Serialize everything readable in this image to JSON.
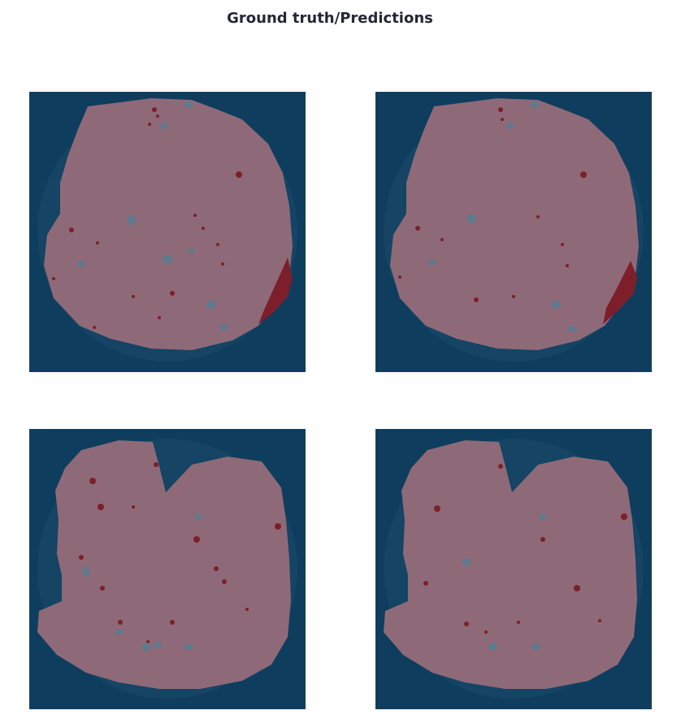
{
  "title": "Ground truth/Predictions",
  "colors": {
    "background": "#0f3d5e",
    "halo": "#1b4a6a",
    "tissue": "#8e6a78",
    "lesion": "#7d1f2a",
    "cyst": "#5e7a8e"
  },
  "panels": [
    {
      "role": "ground-truth",
      "sample": 1
    },
    {
      "role": "prediction",
      "sample": 1
    },
    {
      "role": "ground-truth",
      "sample": 2
    },
    {
      "role": "prediction",
      "sample": 2
    }
  ]
}
